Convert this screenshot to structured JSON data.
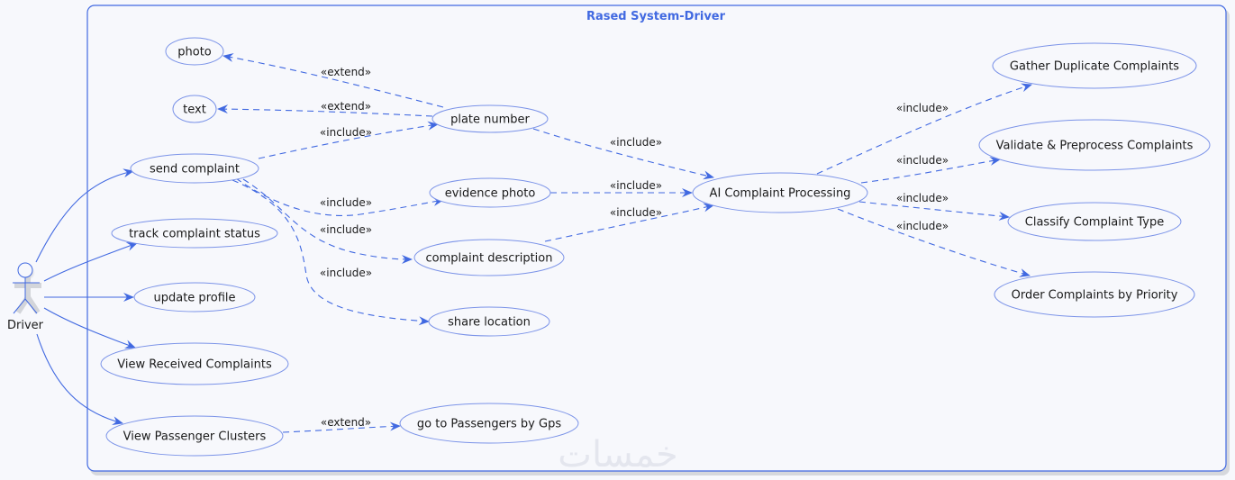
{
  "diagram": {
    "type": "uml-use-case",
    "system_title": "Rased System-Driver",
    "colors": {
      "accent": "#4169e1",
      "ellipse_border": "#7b93e8",
      "background": "#f7f8fc",
      "text": "#1a1a1a"
    },
    "actor": {
      "id": "driver",
      "name": "Driver"
    },
    "use_cases": [
      {
        "id": "photo",
        "label": "photo"
      },
      {
        "id": "text",
        "label": "text"
      },
      {
        "id": "plate",
        "label": "plate number"
      },
      {
        "id": "send",
        "label": "send complaint"
      },
      {
        "id": "evidence",
        "label": "evidence photo"
      },
      {
        "id": "desc",
        "label": "complaint description"
      },
      {
        "id": "location",
        "label": "share location"
      },
      {
        "id": "track",
        "label": "track complaint status"
      },
      {
        "id": "profile",
        "label": "update profile"
      },
      {
        "id": "received",
        "label": "View Received Complaints"
      },
      {
        "id": "clusters",
        "label": "View Passenger Clusters"
      },
      {
        "id": "gps",
        "label": "go to Passengers by Gps"
      },
      {
        "id": "ai",
        "label": "AI Complaint Processing"
      },
      {
        "id": "gather",
        "label": "Gather Duplicate Complaints"
      },
      {
        "id": "validate",
        "label": "Validate & Preprocess Complaints"
      },
      {
        "id": "classify",
        "label": "Classify Complaint Type"
      },
      {
        "id": "order",
        "label": "Order Complaints by Priority"
      }
    ],
    "associations": [
      {
        "from": "driver",
        "to": "send"
      },
      {
        "from": "driver",
        "to": "track"
      },
      {
        "from": "driver",
        "to": "profile"
      },
      {
        "from": "driver",
        "to": "received"
      },
      {
        "from": "driver",
        "to": "clusters"
      }
    ],
    "relations": [
      {
        "from": "plate",
        "to": "photo",
        "label": "«extend»"
      },
      {
        "from": "plate",
        "to": "text",
        "label": "«extend»"
      },
      {
        "from": "send",
        "to": "plate",
        "label": "«include»"
      },
      {
        "from": "send",
        "to": "evidence",
        "label": "«include»"
      },
      {
        "from": "send",
        "to": "desc",
        "label": "«include»"
      },
      {
        "from": "send",
        "to": "location",
        "label": "«include»"
      },
      {
        "from": "plate",
        "to": "ai",
        "label": "«include»"
      },
      {
        "from": "evidence",
        "to": "ai",
        "label": "«include»"
      },
      {
        "from": "desc",
        "to": "ai",
        "label": "«include»"
      },
      {
        "from": "ai",
        "to": "gather",
        "label": "«include»"
      },
      {
        "from": "ai",
        "to": "validate",
        "label": "«include»"
      },
      {
        "from": "ai",
        "to": "classify",
        "label": "«include»"
      },
      {
        "from": "ai",
        "to": "order",
        "label": "«include»"
      },
      {
        "from": "clusters",
        "to": "gps",
        "label": "«extend»"
      }
    ],
    "watermark": "خمسات"
  }
}
